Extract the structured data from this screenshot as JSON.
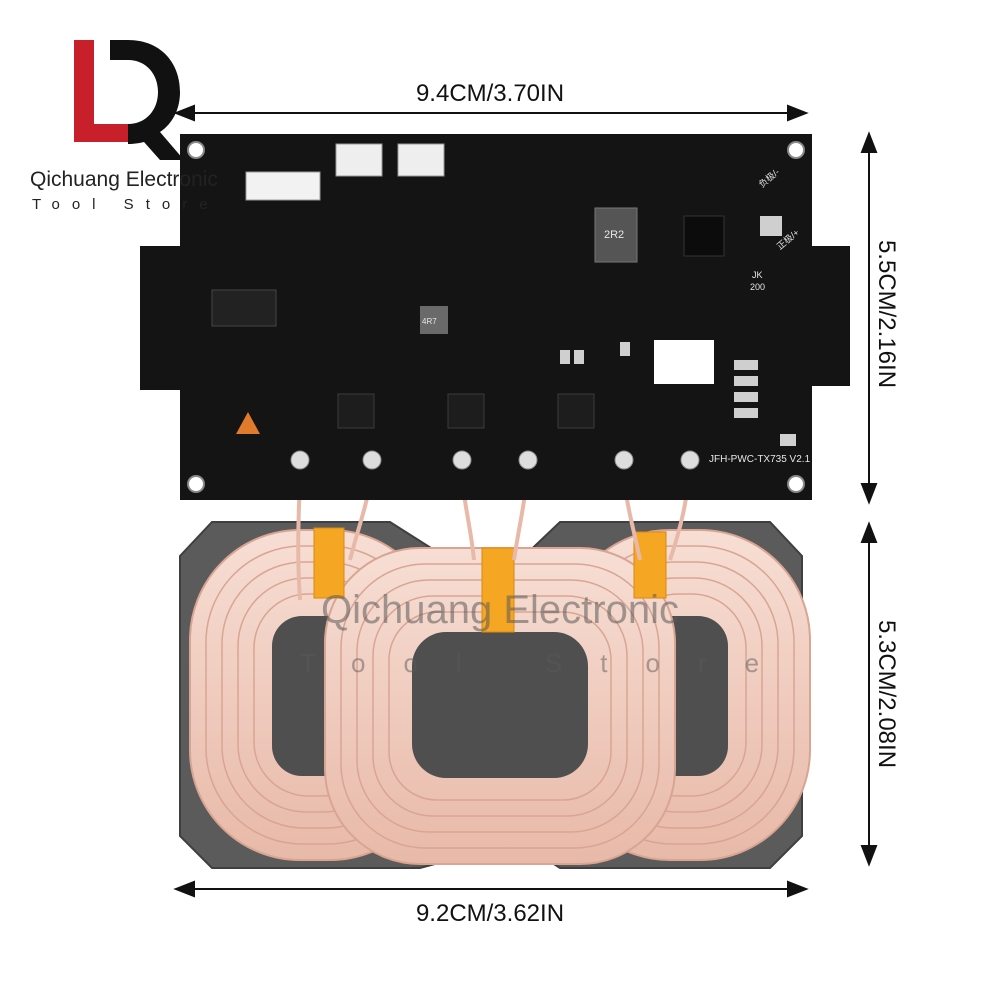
{
  "brand": {
    "name": "Qichuang Electronic",
    "subtitle": "Tool Store"
  },
  "dimensions": {
    "pcb_width": "9.4CM/3.70IN",
    "pcb_height": "5.5CM/2.16IN",
    "coil_height": "5.3CM/2.08IN",
    "coil_width": "9.2CM/3.62IN"
  },
  "pcb": {
    "model_text": "JFH-PWC-TX735 V2.1",
    "inductor_label": "2R2",
    "small_inductor_label": "4R7",
    "jk_label": "JK",
    "jk_value": "200",
    "neg_label": "负极/-",
    "pos_label": "正极/+"
  },
  "watermark": {
    "name": "Qichuang Electronic",
    "subtitle": "Tool Store"
  },
  "colors": {
    "pcb": "#141414",
    "coil_wire": "#f2cfc2",
    "ferrite": "#5a5a5a",
    "tape": "#f5a623",
    "logo_red": "#c8202a"
  }
}
